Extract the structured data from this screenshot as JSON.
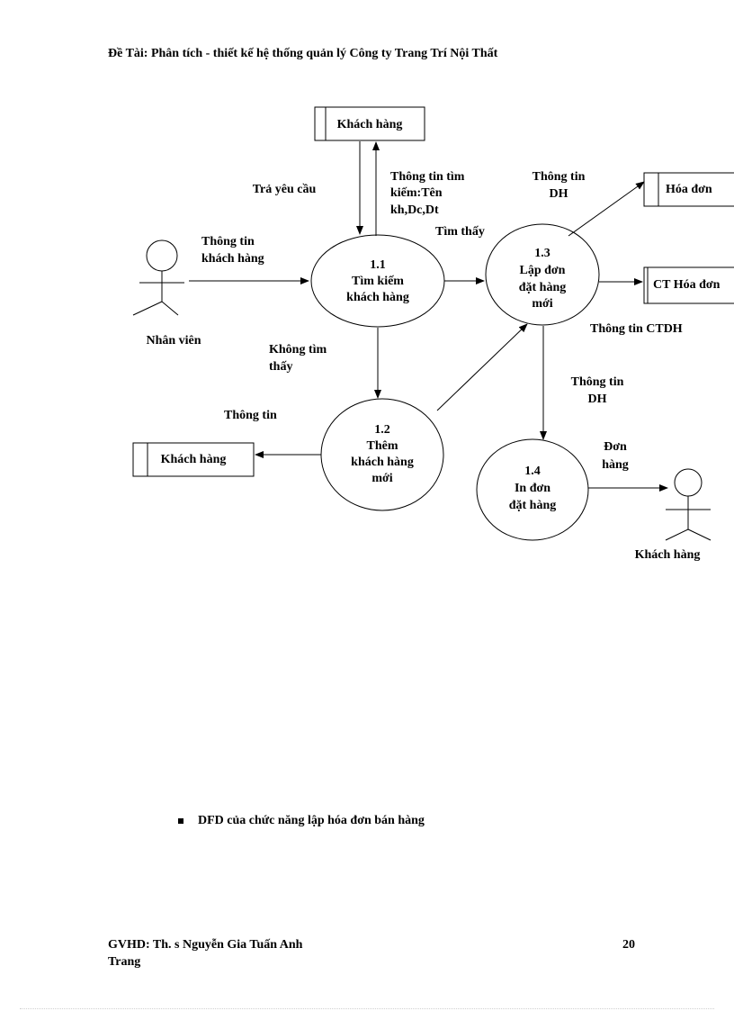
{
  "header": "Đề Tài: Phân tích - thiết kế hệ thống quản lý Công ty Trang Trí Nội Thất",
  "diagram": {
    "external_entities": {
      "nhan_vien": "Nhân viên",
      "khach_hang": "Khách hàng"
    },
    "data_stores": {
      "khach_hang_top": "Khách hàng",
      "khach_hang_left": "Khách hàng",
      "hoa_don": "Hóa đơn",
      "ct_hoa_don": "CT Hóa đơn"
    },
    "processes": {
      "p1_1": [
        "1.1",
        "Tìm kiếm",
        "khách hàng"
      ],
      "p1_2": [
        "1.2",
        "Thêm",
        "khách hàng",
        "mới"
      ],
      "p1_3": [
        "1.3",
        "Lập đơn",
        "đặt hàng",
        "mới"
      ],
      "p1_4": [
        "1.4",
        "In đơn",
        "đặt hàng"
      ]
    },
    "flows": {
      "tra_yeu_cau": "Trả yêu cầu",
      "thong_tin_tim_kiem": [
        "Thông tin tìm",
        "kiếm:Tên",
        "kh,Dc,Dt"
      ],
      "thong_tin_khach_hang": [
        "Thông tin",
        "khách hàng"
      ],
      "tim_thay": "Tìm thấy",
      "thong_tin_dh_top": [
        "Thông tin",
        "DH"
      ],
      "thong_tin_ctdh": "Thông tin CTDH",
      "khong_tim_thay": [
        "Không tìm",
        "thấy"
      ],
      "thong_tin_left": "Thông tin",
      "thong_tin_dh_mid": [
        "Thông tin",
        "DH"
      ],
      "don_hang": [
        "Đơn",
        "hàng"
      ]
    }
  },
  "caption": "DFD của chức năng lập hóa đơn bán hàng",
  "footer": {
    "line1": "GVHD: Th. s Nguyễn Gia Tuấn Anh",
    "line2": "Trang",
    "page_number": "20"
  }
}
